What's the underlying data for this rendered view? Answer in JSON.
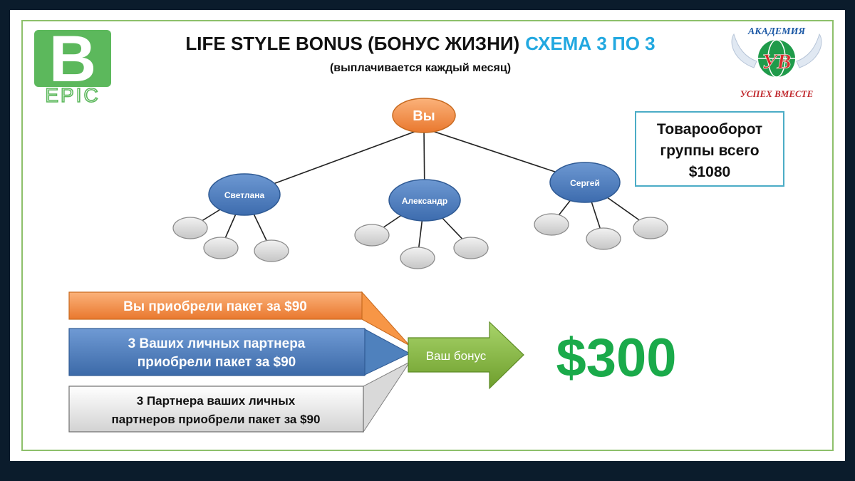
{
  "header": {
    "title_main": "LIFE STYLE BONUS (БОНУС ЖИЗНИ)",
    "title_accent": "СХЕМА 3 ПО 3",
    "subtitle": "(выплачивается каждый месяц)"
  },
  "logo_left": {
    "letter": "B",
    "word": "EPIC"
  },
  "logo_right": {
    "arc_text": "АКАДЕМИЯ",
    "letters": "УВ",
    "caption": "УСПЕХ ВМЕСТЕ"
  },
  "tree": {
    "root": "Вы",
    "partners": [
      "Светлана",
      "Александр",
      "Сергей"
    ]
  },
  "turnover": {
    "line1": "Товарооборот",
    "line2": "группы всего",
    "line3": "$1080"
  },
  "steps": {
    "step1": "Вы приобрели пакет за $90",
    "step2_line1": "3 Ваших личных партнера",
    "step2_line2": "приобрели пакет за $90",
    "step3_line1": "3 Партнера ваших личных",
    "step3_line2": "партнеров приобрели пакет за $90"
  },
  "bonus": {
    "label": "Ваш бонус",
    "amount": "$300"
  },
  "colors": {
    "orange": "#f79646",
    "blue": "#4f81bd",
    "green": "#8fbc3f",
    "amount_green": "#1aaa4a",
    "accent_cyan": "#22a8e0",
    "logo_green": "#5cb85c"
  }
}
